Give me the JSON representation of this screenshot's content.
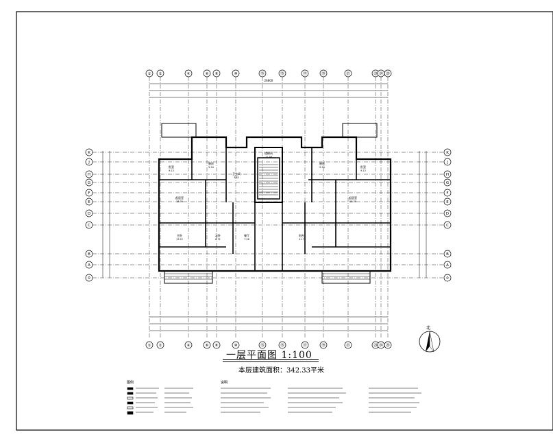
{
  "drawing": {
    "title": "一层平面图 1:100",
    "area_text": "本层建筑面积：342.33平米",
    "legend_label": "图例",
    "notes_label": "说明"
  },
  "grid_columns": [
    "①",
    "②",
    "④",
    "⑥",
    "⑧",
    "⑩",
    "⑬",
    "⑮",
    "⑰",
    "⑲",
    "㉑",
    "㉓",
    "㉔",
    "㉕"
  ],
  "grid_rows": [
    "K",
    "J",
    "H",
    "G",
    "F",
    "E",
    "D",
    "C",
    "B",
    "A",
    "0"
  ],
  "dimensions": {
    "overall": "26800"
  },
  "rooms": [
    {
      "name": "卧室",
      "area": "9.13"
    },
    {
      "name": "起居室",
      "area": "18.76"
    },
    {
      "name": "厨房",
      "area": "5.34"
    },
    {
      "name": "卫生间",
      "area": "3.82"
    },
    {
      "name": "主卧",
      "area": "13.22"
    },
    {
      "name": "楼梯间",
      "area": "11.56"
    },
    {
      "name": "次卧",
      "area": "8.71"
    },
    {
      "name": "餐厅",
      "area": "7.26"
    },
    {
      "name": "阳台",
      "area": "4.17"
    },
    {
      "name": "卧室",
      "area": "9.13"
    },
    {
      "name": "起居室",
      "area": "18.76"
    },
    {
      "name": "厨房",
      "area": "5.34"
    }
  ],
  "compass": {
    "label": "北"
  }
}
